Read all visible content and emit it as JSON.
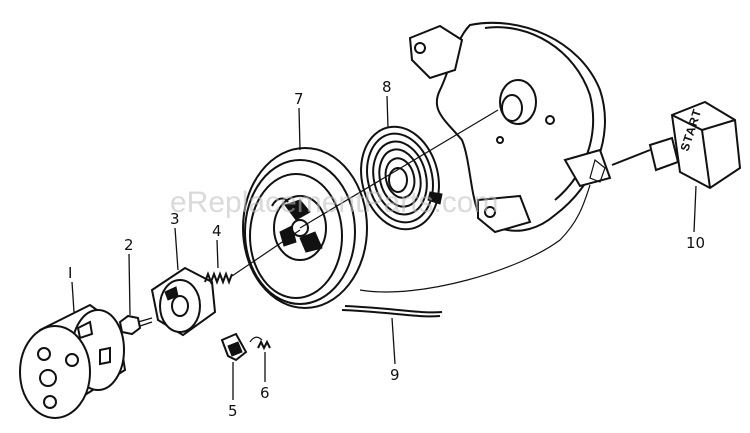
{
  "watermark": "eReplacementParts.com",
  "handle_text": "START",
  "callouts": [
    {
      "id": "1",
      "label": "I"
    },
    {
      "id": "2",
      "label": "2"
    },
    {
      "id": "3",
      "label": "3"
    },
    {
      "id": "4",
      "label": "4"
    },
    {
      "id": "5",
      "label": "5"
    },
    {
      "id": "6",
      "label": "6"
    },
    {
      "id": "7",
      "label": "7"
    },
    {
      "id": "8",
      "label": "8"
    },
    {
      "id": "9",
      "label": "9"
    },
    {
      "id": "10",
      "label": "10"
    }
  ]
}
